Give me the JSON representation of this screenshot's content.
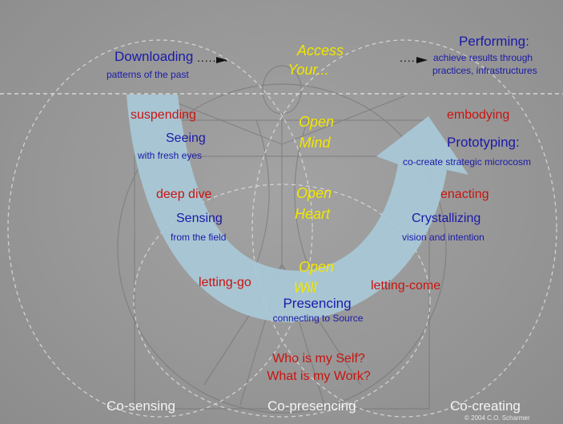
{
  "colors": {
    "background": "#979797",
    "u_arrow": "#a9c9d8",
    "blue_text": "#1a1aa8",
    "red_text": "#c8140f",
    "yellow_text": "#f2e600",
    "white_text": "#f4f4f4"
  },
  "top": {
    "downloading_title": "Downloading",
    "downloading_sub": "patterns of the past",
    "access_line1": "Access",
    "access_line2": "Your...",
    "performing_title": "Performing:",
    "performing_sub1": "achieve results through",
    "performing_sub2": "practices, infrastructures"
  },
  "left": {
    "suspending": "suspending",
    "seeing_title": "Seeing",
    "seeing_sub": "with fresh eyes",
    "deep_dive": "deep dive",
    "sensing_title": "Sensing",
    "sensing_sub": "from the field",
    "letting_go": "letting-go"
  },
  "center": {
    "open_mind_1": "Open",
    "open_mind_2": "Mind",
    "open_heart_1": "Open",
    "open_heart_2": "Heart",
    "open_will_1": "Open",
    "open_will_2": "Will",
    "presencing_title": "Presencing",
    "presencing_sub": "connecting to Source",
    "question_1": "Who is my Self?",
    "question_2": "What is my Work?"
  },
  "right": {
    "embodying": "embodying",
    "prototyping_title": "Prototyping:",
    "prototyping_sub": "co-create strategic microcosm",
    "enacting": "enacting",
    "crystallizing_title": "Crystallizing",
    "crystallizing_sub": "vision and intention",
    "letting_come": "letting-come"
  },
  "bottom": {
    "co_sensing": "Co-sensing",
    "co_presencing": "Co-presencing",
    "co_creating": "Co-creating",
    "copyright": "© 2004 C.O. Scharmer"
  },
  "arrows": {
    "left_dots": "........",
    "right_dots": "....."
  }
}
